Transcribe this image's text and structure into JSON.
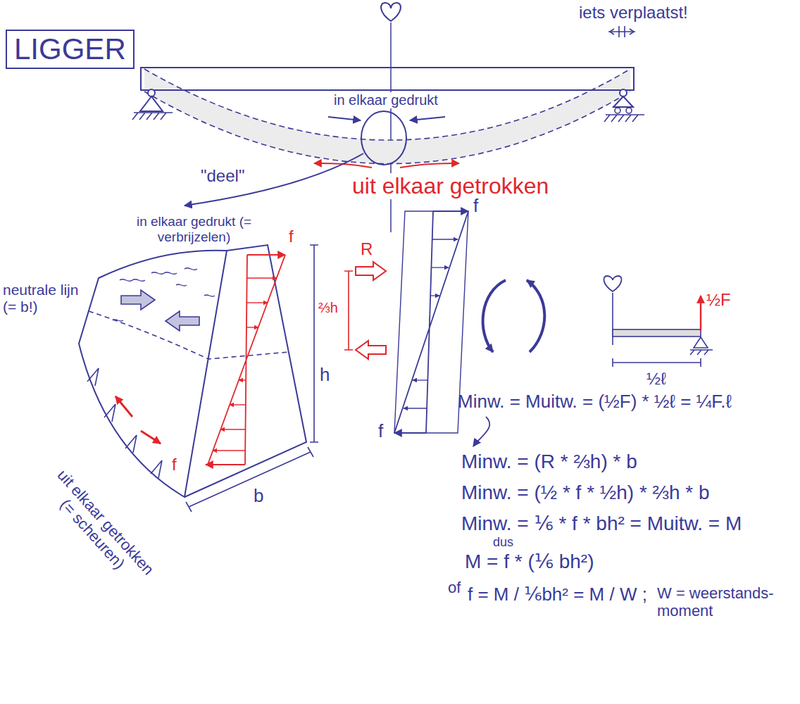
{
  "diagram": {
    "title": "LIGGER",
    "labels": [
      "iets verplaatst!",
      "in elkaar gedrukt",
      "uit elkaar getrokken",
      "\"deel\"",
      "in elkaar gedrukt (= verbrijzelen)",
      "neutrale lijn (= b!)",
      "f",
      "f",
      "uit elkaar getrokken (= scheuren)",
      "R",
      "⅔h",
      "h",
      "b",
      "f",
      "f",
      "½F",
      "½ℓ",
      "Minw. = Muitw. = (½F) * ½ℓ = ¼F.ℓ",
      "Minw. = (R * ⅔h) * b",
      "Minw. = (½ * f * ½h) * ⅔h * b",
      "Minw. = ⅙ * f * bh² = Muitw. = M",
      "dus",
      "M = f * (⅙ bh²)",
      "of",
      "f = M / ⅙bh² = M / W ;",
      "W = weerstands- moment"
    ]
  }
}
